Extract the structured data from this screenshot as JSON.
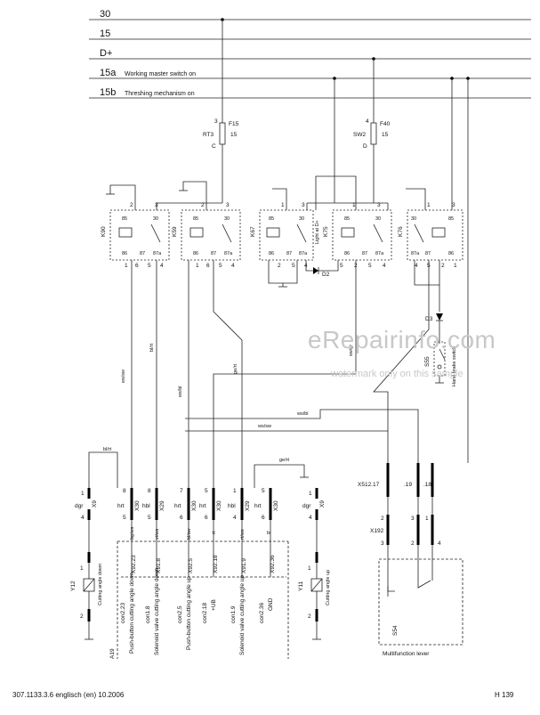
{
  "buses": [
    {
      "id": "30",
      "label": "30",
      "desc": ""
    },
    {
      "id": "15",
      "label": "15",
      "desc": ""
    },
    {
      "id": "dplus",
      "label": "D+",
      "desc": ""
    },
    {
      "id": "15a",
      "label": "15a",
      "desc": "Working master switch on"
    },
    {
      "id": "15b",
      "label": "15b",
      "desc": "Threshing mechanism on"
    }
  ],
  "fuses": [
    {
      "name": "F15",
      "rating": "15",
      "top_pin": "3",
      "tag": "RT3",
      "terminal": "C"
    },
    {
      "name": "F40",
      "rating": "15",
      "top_pin": "4",
      "tag": "SW2",
      "terminal": "D"
    }
  ],
  "relays": [
    {
      "name": "K90",
      "pins_top": [
        "2",
        "3"
      ],
      "pins_bottom": [
        "1",
        "6",
        "5",
        "4"
      ],
      "note": ""
    },
    {
      "name": "K59",
      "pins_top": [
        "2",
        "3"
      ],
      "pins_bottom": [
        "1",
        "6",
        "5",
        "4"
      ],
      "note": ""
    },
    {
      "name": "K67",
      "pins_top": [
        "1",
        "3"
      ],
      "pins_bottom": [
        "2",
        "5",
        "4"
      ],
      "note": "Light at D+"
    },
    {
      "name": "K75",
      "pins_top": [
        "1",
        "3"
      ],
      "pins_bottom": [
        "5",
        "2",
        "5",
        "4"
      ],
      "note": ""
    },
    {
      "name": "K76",
      "pins_top": [
        "1",
        "3"
      ],
      "pins_bottom": [
        "4",
        "5",
        "2",
        "1"
      ],
      "note": ""
    }
  ],
  "terminal_labels": {
    "t85": "85",
    "t86": "86",
    "t87": "87",
    "t87a": "87a",
    "t30": "30"
  },
  "diodes": [
    "D2",
    "D3"
  ],
  "switch": {
    "name": "S55",
    "label": "Hand brake switch"
  },
  "wires": {
    "ws_sw_1": "ws/sw",
    "bl_rt_1": "bl/rt",
    "ge_rt_1": "ge/rt",
    "ws_bl_1": "ws/bl",
    "sw_gr": "sw/gr",
    "ws_bl_2": "ws/bl",
    "ws_sw_2": "ws/sw",
    "bl_rt_2": "bl/rt",
    "ge_rt_2": "ge/rt",
    "bg_ws": "bg/ws",
    "vi_ws": "vi/ws",
    "bl_sw": "bl/sw",
    "rt": "rt",
    "rt_ws": "rt/ws",
    "br": "br"
  },
  "connectors": [
    {
      "name": "X9",
      "pins": [
        "1",
        "4"
      ],
      "code": "dgr"
    },
    {
      "name": "X30",
      "pins": [
        "8",
        "5"
      ],
      "code": "hrt"
    },
    {
      "name": "X29",
      "pins": [
        "8",
        "5"
      ],
      "code": "hbl"
    },
    {
      "name": "X30",
      "pins": [
        "7",
        "6"
      ],
      "code": "hrt"
    },
    {
      "name": "X30",
      "pins": [
        "5",
        "6"
      ],
      "code": "hrt"
    },
    {
      "name": "X29",
      "pins": [
        "1",
        "4"
      ],
      "code": "hbl"
    },
    {
      "name": "X30",
      "pins": [
        "5",
        "6"
      ],
      "code": "hrt"
    },
    {
      "name": "X9",
      "pins": [
        "1",
        "4"
      ],
      "code": "dgr"
    }
  ],
  "module_pins": [
    "X92.23",
    "X91.8",
    "X92.5",
    "X92.18",
    "X91.9",
    "X92.36"
  ],
  "module_funcs": [
    "con2.23",
    "Push-button cutting angle down",
    "con1.8",
    "Solenoid valve cutting angle down",
    "con2.5",
    "Push-button cutting angle up",
    "con2.18",
    "+UB",
    "con1.9",
    "Solenoid valve cutting angle up",
    "con2.36",
    "GND"
  ],
  "module_name": "A19",
  "valves": [
    {
      "name": "Y12",
      "label": "Cutting angle down",
      "pins": [
        "1",
        "2"
      ]
    },
    {
      "name": "Y11",
      "label": "Cutting angle up",
      "pins": [
        "1",
        "2"
      ]
    }
  ],
  "lever_connector": {
    "top_labels": [
      "X512.17",
      ".19",
      ".18"
    ],
    "name": "X192",
    "pins_upper": [
      "2",
      "3",
      "1"
    ],
    "pins_lower": [
      "3",
      "2",
      "4"
    ],
    "switch": "S54",
    "caption": "Multifunction lever"
  },
  "watermark": {
    "line1": "eRepairinfo.com",
    "line2": "watermark only on this sample"
  },
  "footer": {
    "left": "307.1133.3.6 englisch (en) 10.2006",
    "right": "H 139"
  }
}
